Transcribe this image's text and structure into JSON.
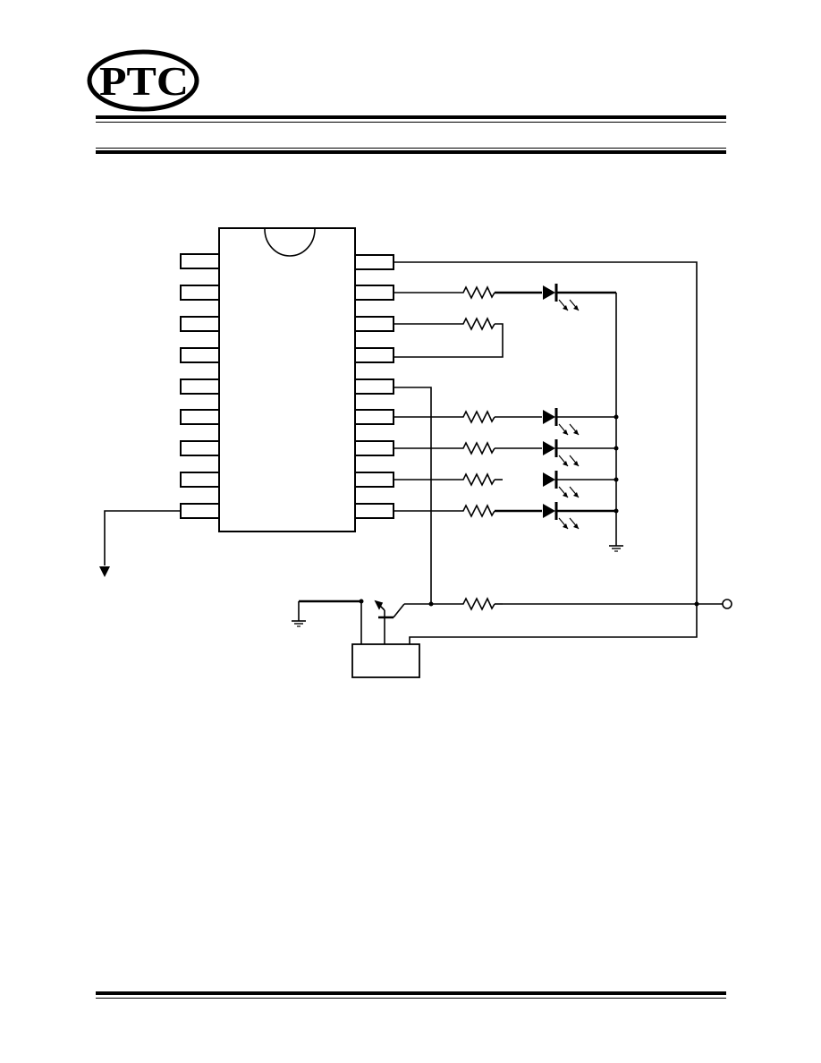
{
  "header": {
    "logo_text": "PTC"
  },
  "diagram": {
    "ic_pins_per_side": 9,
    "led_count": 5,
    "resistor_count": 7
  }
}
